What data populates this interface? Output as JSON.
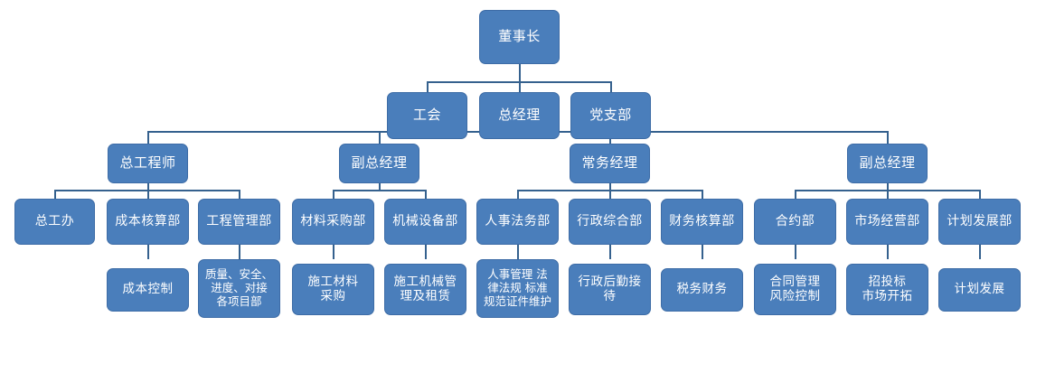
{
  "chart_title": "",
  "colors": {
    "node_fill": "#4a7ebb",
    "node_border": "#3d6ca6",
    "connector": "#35618e",
    "node_text": "#ffffff",
    "background": "#ffffff"
  },
  "org": {
    "level1": {
      "chairman": "董事长"
    },
    "level2": {
      "union": "工会",
      "general_manager": "总经理",
      "party_branch": "党支部"
    },
    "level3": {
      "chief_engineer": "总工程师",
      "deputy_gm_1": "副总经理",
      "executive_manager": "常务经理",
      "deputy_gm_2": "副总经理"
    },
    "departments": {
      "chief_engineer_office": "总工办",
      "cost_accounting": "成本核算部",
      "project_management": "工程管理部",
      "material_procurement": "材料采购部",
      "machinery_equipment": "机械设备部",
      "hr_legal": "人事法务部",
      "admin_general": "行政综合部",
      "finance_accounting": "财务核算部",
      "contract": "合约部",
      "market_operation": "市场经营部",
      "planning_development": "计划发展部"
    },
    "functions": {
      "cost_control": "成本控制",
      "quality_safety": "质量、安全、\n进度、对接\n各项目部",
      "construction_material": "施工材料\n采购",
      "construction_machinery": "施工机械管\n理及租赁",
      "hr_management": "人事管理 法\n律法规 标准\n规范证件维护",
      "admin_logistics": "行政后勤接\n待",
      "tax_finance": "税务财务",
      "contract_mgmt": "合同管理\n风险控制",
      "bidding_market": "招投标\n市场开拓",
      "planning_dev": "计划发展"
    }
  }
}
